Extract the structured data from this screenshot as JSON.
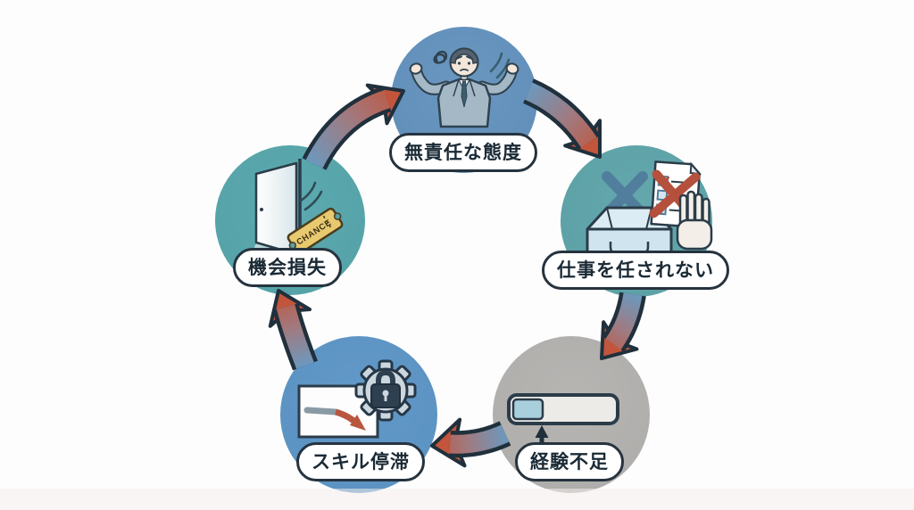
{
  "diagram": {
    "type": "cycle",
    "direction": "clockwise",
    "nodes": [
      {
        "label": "無責任な態度",
        "position": "top",
        "icon": "shrugging-businessman-icon",
        "circle_color": "#6290bb"
      },
      {
        "label": "仕事を任されない",
        "position": "right",
        "icon": "rejected-inbox-stop-hand-icon",
        "circle_color": "#5fa3a8"
      },
      {
        "label": "経験不足",
        "position": "bottom-right",
        "icon": "low-progress-bar-icon",
        "circle_color": "#b3b1ae",
        "progress_fraction": 0.27
      },
      {
        "label": "スキル停滞",
        "position": "bottom-left",
        "icon": "declining-chart-locked-gear-icon",
        "circle_color": "#5d95c5"
      },
      {
        "label": "機会損失",
        "position": "left",
        "icon": "open-door-chance-ticket-icon",
        "circle_color": "#57a6ab"
      }
    ],
    "ticket_text": "CHANCE",
    "colors": {
      "arrow_tail_blue": "#6d98bc",
      "arrow_head_red": "#c2553c",
      "outline_dark": "#20303c",
      "label_text": "#1a2a35",
      "label_border": "#26333f",
      "background": "#fdfdfd"
    }
  }
}
